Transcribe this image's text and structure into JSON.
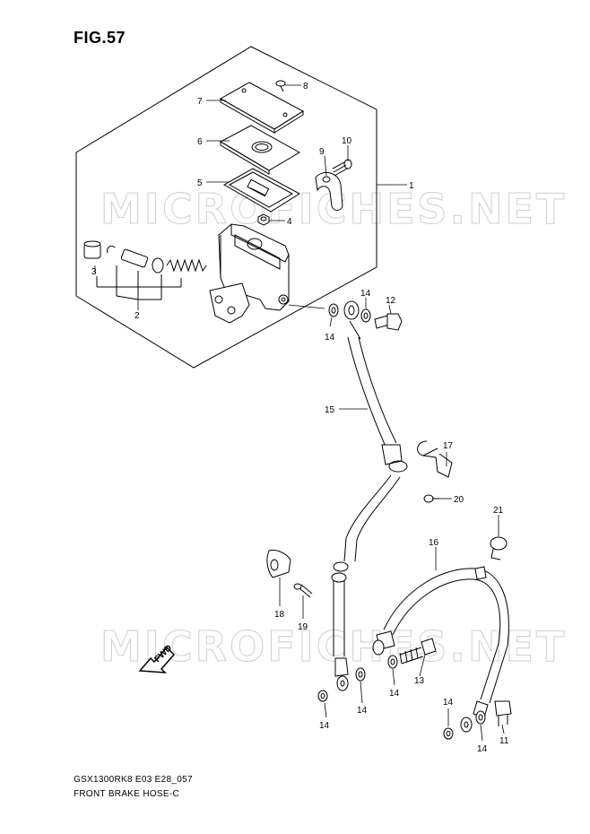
{
  "figure": {
    "title": "FIG.57"
  },
  "watermark": "MICROFICHES.NET",
  "footer": {
    "model_code": "GSX1300RK8 E03 E28_057",
    "caption": "FRONT BRAKE HOSE-C"
  },
  "fwd_label": "FWD",
  "callouts": [
    "1",
    "2",
    "3",
    "4",
    "5",
    "6",
    "7",
    "8",
    "9",
    "10",
    "11",
    "12",
    "13",
    "14",
    "15",
    "16",
    "17",
    "18",
    "19",
    "20",
    "21"
  ],
  "colors": {
    "line": "#000000",
    "watermark_outline": "#cfcfcf",
    "background": "#ffffff"
  }
}
